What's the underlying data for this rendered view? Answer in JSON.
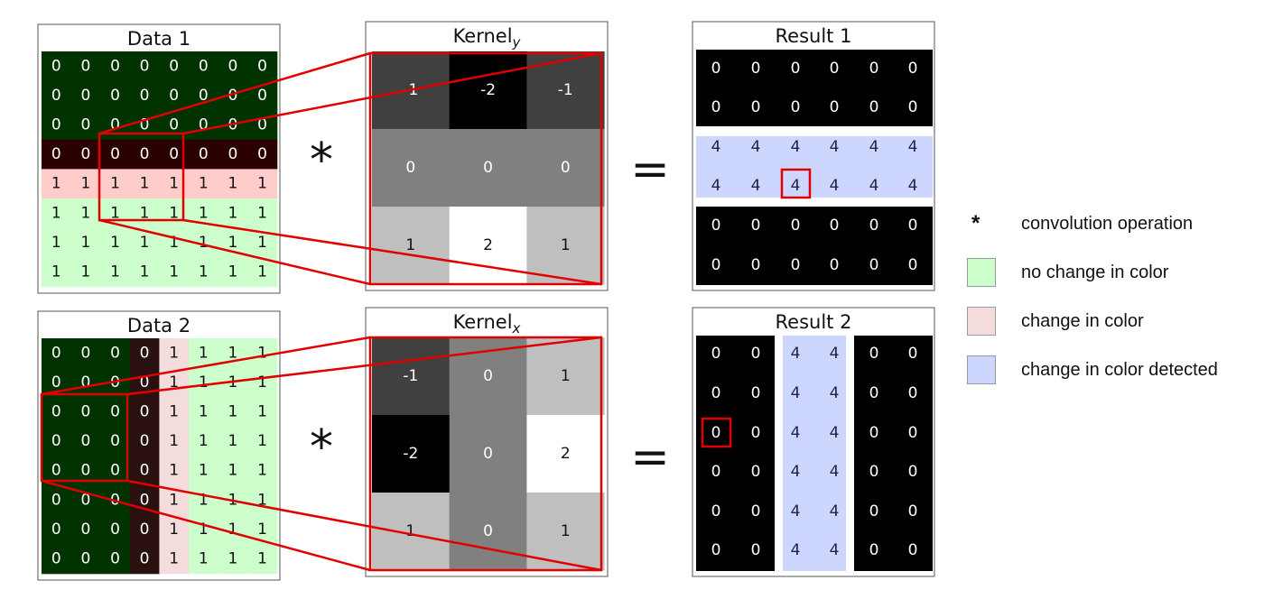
{
  "panels": {
    "data1": {
      "title": "Data 1",
      "values": [
        [
          0,
          0,
          0,
          0,
          0,
          0,
          0,
          0
        ],
        [
          0,
          0,
          0,
          0,
          0,
          0,
          0,
          0
        ],
        [
          0,
          0,
          0,
          0,
          0,
          0,
          0,
          0
        ],
        [
          0,
          0,
          0,
          0,
          0,
          0,
          0,
          0
        ],
        [
          1,
          1,
          1,
          1,
          1,
          1,
          1,
          1
        ],
        [
          1,
          1,
          1,
          1,
          1,
          1,
          1,
          1
        ],
        [
          1,
          1,
          1,
          1,
          1,
          1,
          1,
          1
        ],
        [
          1,
          1,
          1,
          1,
          1,
          1,
          1,
          1
        ]
      ],
      "row_colors": [
        "#003300",
        "#003300",
        "#003300",
        "#2b0000",
        "#ffcccc",
        "#ccffcc",
        "#ccffcc",
        "#ccffcc"
      ]
    },
    "data2": {
      "title": "Data 2",
      "values": [
        [
          0,
          0,
          0,
          0,
          1,
          1,
          1,
          1
        ],
        [
          0,
          0,
          0,
          0,
          1,
          1,
          1,
          1
        ],
        [
          0,
          0,
          0,
          0,
          1,
          1,
          1,
          1
        ],
        [
          0,
          0,
          0,
          0,
          1,
          1,
          1,
          1
        ],
        [
          0,
          0,
          0,
          0,
          1,
          1,
          1,
          1
        ],
        [
          0,
          0,
          0,
          0,
          1,
          1,
          1,
          1
        ],
        [
          0,
          0,
          0,
          0,
          1,
          1,
          1,
          1
        ],
        [
          0,
          0,
          0,
          0,
          1,
          1,
          1,
          1
        ]
      ],
      "col_colors": [
        "#003300",
        "#003300",
        "#003300",
        "#2b1010",
        "#f5dcdc",
        "#ccffcc",
        "#ccffcc",
        "#ccffcc"
      ]
    },
    "kernel_y": {
      "title": "Kernel",
      "subscript": "y",
      "values": [
        [
          -1,
          -2,
          -1
        ],
        [
          0,
          0,
          0
        ],
        [
          1,
          2,
          1
        ]
      ]
    },
    "kernel_x": {
      "title": "Kernel",
      "subscript": "x",
      "values": [
        [
          -1,
          0,
          1
        ],
        [
          -2,
          0,
          2
        ],
        [
          1,
          0,
          1
        ]
      ]
    },
    "result1": {
      "title": "Result 1",
      "values": [
        [
          0,
          0,
          0,
          0,
          0,
          0
        ],
        [
          0,
          0,
          0,
          0,
          0,
          0
        ],
        [
          4,
          4,
          4,
          4,
          4,
          4
        ],
        [
          4,
          4,
          4,
          4,
          4,
          4
        ],
        [
          0,
          0,
          0,
          0,
          0,
          0
        ],
        [
          0,
          0,
          0,
          0,
          0,
          0
        ]
      ]
    },
    "result2": {
      "title": "Result 2",
      "values": [
        [
          0,
          0,
          4,
          4,
          0,
          0
        ],
        [
          0,
          0,
          4,
          4,
          0,
          0
        ],
        [
          0,
          0,
          4,
          4,
          0,
          0
        ],
        [
          0,
          0,
          4,
          4,
          0,
          0
        ],
        [
          0,
          0,
          4,
          4,
          0,
          0
        ],
        [
          0,
          0,
          4,
          4,
          0,
          0
        ]
      ]
    }
  },
  "operators": {
    "convolve": "*",
    "equals": "="
  },
  "legend": [
    {
      "symbol": "*",
      "label": "convolution operation"
    },
    {
      "color": "#ccffcc",
      "label": "no change in color"
    },
    {
      "color": "#f5dcdc",
      "label": "change in color"
    },
    {
      "color": "#ccd6ff",
      "label": "change in color detected"
    }
  ],
  "colors": {
    "highlight": "#e00000",
    "detected": "#ccd6ff",
    "zero_result": "#000000"
  }
}
